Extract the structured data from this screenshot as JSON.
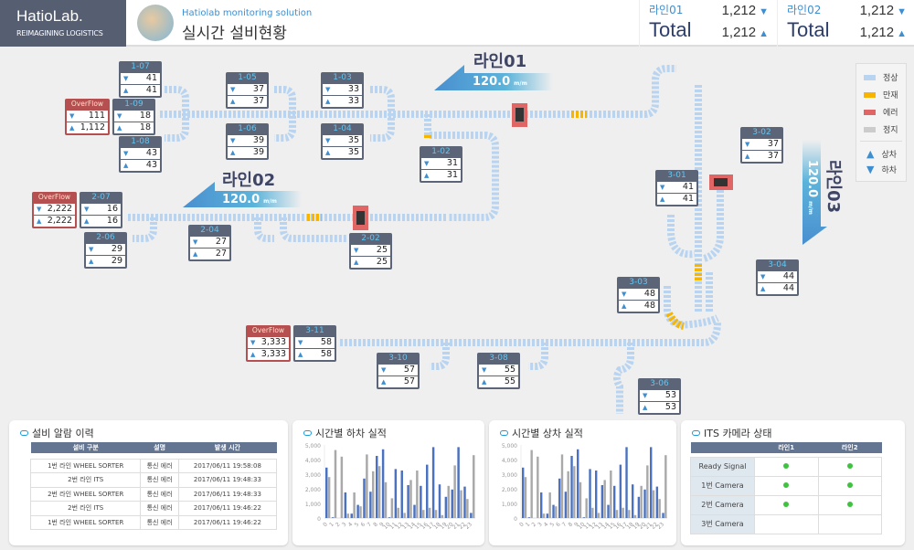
{
  "header": {
    "brand": "HatioLab.",
    "tagline": "REIMAGINING LOGISTICS",
    "subtitle": "Hatiolab monitoring solution",
    "title": "실시간 설비현황",
    "stats": [
      {
        "line": "라인01",
        "total_label": "Total",
        "unload": "1,212",
        "load": "1,212"
      },
      {
        "line": "라인02",
        "total_label": "Total",
        "unload": "1,212",
        "load": "1,212"
      }
    ]
  },
  "lines": [
    {
      "name": "라인01",
      "speed": "120.0",
      "unit": "m/m"
    },
    {
      "name": "라인02",
      "speed": "120.0",
      "unit": "m/m"
    },
    {
      "name": "라인03",
      "speed": "120.0",
      "unit": "m/m"
    }
  ],
  "stations": [
    {
      "id": "1-07",
      "down": "41",
      "up": "41"
    },
    {
      "id": "1-09",
      "down": "18",
      "up": "18"
    },
    {
      "id": "OverFlow",
      "key": "of1",
      "down": "111",
      "up": "1,112"
    },
    {
      "id": "1-08",
      "down": "43",
      "up": "43"
    },
    {
      "id": "1-05",
      "down": "37",
      "up": "37"
    },
    {
      "id": "1-06",
      "down": "39",
      "up": "39"
    },
    {
      "id": "1-03",
      "down": "33",
      "up": "33"
    },
    {
      "id": "1-04",
      "down": "35",
      "up": "35"
    },
    {
      "id": "1-02",
      "down": "31",
      "up": "31"
    },
    {
      "id": "2-07",
      "down": "16",
      "up": "16"
    },
    {
      "id": "OverFlow",
      "key": "of2",
      "down": "2,222",
      "up": "2,222"
    },
    {
      "id": "2-06",
      "down": "29",
      "up": "29"
    },
    {
      "id": "2-04",
      "down": "27",
      "up": "27"
    },
    {
      "id": "2-02",
      "down": "25",
      "up": "25"
    },
    {
      "id": "3-01",
      "down": "41",
      "up": "41"
    },
    {
      "id": "3-02",
      "down": "37",
      "up": "37"
    },
    {
      "id": "3-04",
      "down": "44",
      "up": "44"
    },
    {
      "id": "3-03",
      "down": "48",
      "up": "48"
    },
    {
      "id": "3-11",
      "down": "58",
      "up": "58"
    },
    {
      "id": "OverFlow",
      "key": "of3",
      "down": "3,333",
      "up": "3,333"
    },
    {
      "id": "3-10",
      "down": "57",
      "up": "57"
    },
    {
      "id": "3-08",
      "down": "55",
      "up": "55"
    },
    {
      "id": "3-06",
      "down": "53",
      "up": "53"
    }
  ],
  "legend": {
    "items": [
      {
        "label": "정상",
        "color": "#b9d4f1"
      },
      {
        "label": "만재",
        "color": "#f7b500"
      },
      {
        "label": "에러",
        "color": "#e06666"
      },
      {
        "label": "정지",
        "color": "#cccccc"
      }
    ],
    "load": "상차",
    "unload": "하차"
  },
  "alarm": {
    "title": "설비 알람 이력",
    "columns": [
      "설비 구분",
      "설명",
      "발생 시간"
    ],
    "rows": [
      [
        "1번 라인 WHEEL SORTER",
        "통신 에러",
        "2017/06/11 19:58:08"
      ],
      [
        "2번 라인 ITS",
        "통신 에러",
        "2017/06/11 19:48:33"
      ],
      [
        "2번 라인 WHEEL SORTER",
        "통신 에러",
        "2017/06/11 19:48:33"
      ],
      [
        "2번 라인 ITS",
        "통신 에러",
        "2017/06/11 19:46:22"
      ],
      [
        "1번 라인 WHEEL SORTER",
        "통신 에러",
        "2017/06/11 19:46:22"
      ]
    ]
  },
  "camera": {
    "title": "ITS 카메라 상태",
    "columns": [
      "라인1",
      "라인2"
    ],
    "rows": [
      {
        "label": "Ready Signal",
        "l1": true,
        "l2": true
      },
      {
        "label": "1번 Camera",
        "l1": true,
        "l2": true
      },
      {
        "label": "2번 Camera",
        "l1": true,
        "l2": true
      },
      {
        "label": "3번 Camera",
        "l1": false,
        "l2": false
      }
    ]
  },
  "colors": {
    "blue": "#4a72c0",
    "gray": "#a9a9a9"
  },
  "chart_data": [
    {
      "type": "bar",
      "title": "시간별 하차 실적",
      "categories": [
        "0",
        "1",
        "2",
        "3",
        "4",
        "5",
        "6",
        "7",
        "8",
        "9",
        "10",
        "11",
        "12",
        "13",
        "14",
        "15",
        "16",
        "17",
        "18",
        "19",
        "20",
        "21",
        "22",
        "23"
      ],
      "ylim": [
        0,
        5000
      ],
      "yticks": [
        "0",
        "1,000",
        "2,000",
        "3,000",
        "4,000",
        "5,000"
      ],
      "series": [
        {
          "name": "blue",
          "values": [
            3450,
            50,
            0,
            1750,
            300,
            900,
            2700,
            1800,
            4250,
            4700,
            50,
            3350,
            3250,
            2250,
            900,
            2200,
            3650,
            4850,
            2300,
            1450,
            1950,
            4850,
            2150,
            350
          ]
        },
        {
          "name": "gray",
          "values": [
            2800,
            4650,
            4200,
            300,
            1750,
            800,
            4350,
            3200,
            3550,
            2450,
            1350,
            700,
            350,
            2600,
            3250,
            550,
            700,
            550,
            200,
            2200,
            3600,
            1900,
            1300,
            4300
          ]
        }
      ]
    },
    {
      "type": "bar",
      "title": "시간별 상차 실적",
      "categories": [
        "0",
        "1",
        "2",
        "3",
        "4",
        "5",
        "6",
        "7",
        "8",
        "9",
        "10",
        "11",
        "12",
        "13",
        "14",
        "15",
        "16",
        "17",
        "18",
        "19",
        "20",
        "21",
        "22",
        "23"
      ],
      "ylim": [
        0,
        5000
      ],
      "yticks": [
        "0",
        "1,000",
        "2,000",
        "3,000",
        "4,000",
        "5,000"
      ],
      "series": [
        {
          "name": "blue",
          "values": [
            3450,
            50,
            0,
            1750,
            300,
            900,
            2700,
            1800,
            4250,
            4700,
            50,
            3350,
            3250,
            2250,
            900,
            2200,
            3650,
            4850,
            2300,
            1450,
            1950,
            4850,
            2150,
            350
          ]
        },
        {
          "name": "gray",
          "values": [
            2800,
            4650,
            4200,
            300,
            1750,
            800,
            4350,
            3200,
            3550,
            2450,
            1350,
            700,
            350,
            2600,
            3250,
            550,
            700,
            550,
            200,
            2200,
            3600,
            1900,
            1300,
            4300
          ]
        }
      ]
    }
  ]
}
